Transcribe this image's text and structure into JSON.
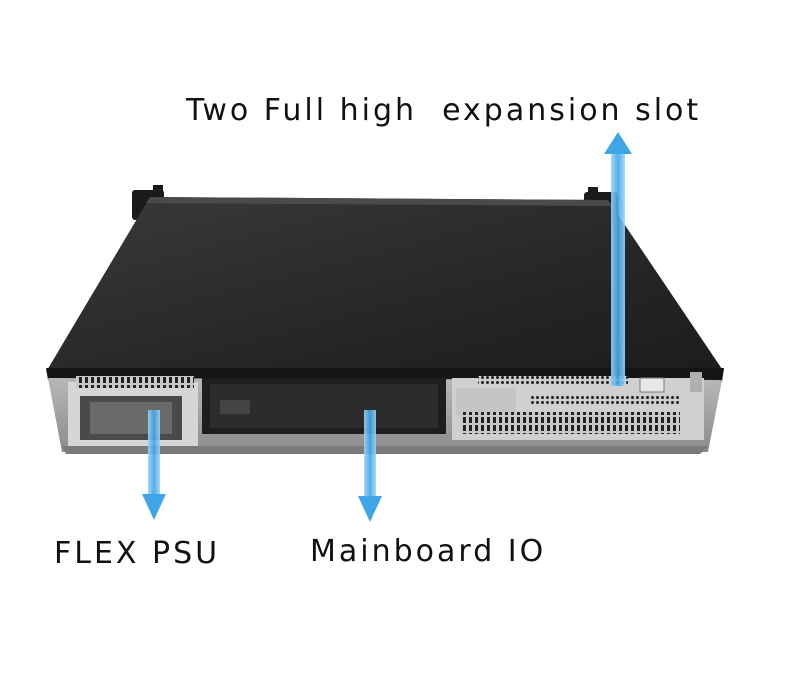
{
  "labels": {
    "expansion_slot": "Two Full high  expansion slot",
    "psu": "FLEX PSU",
    "mainboard_io": "Mainboard IO"
  },
  "colors": {
    "arrow": "#3ea6e6",
    "case_top": "#2b2b2b",
    "case_front": "#9a9a9a"
  }
}
